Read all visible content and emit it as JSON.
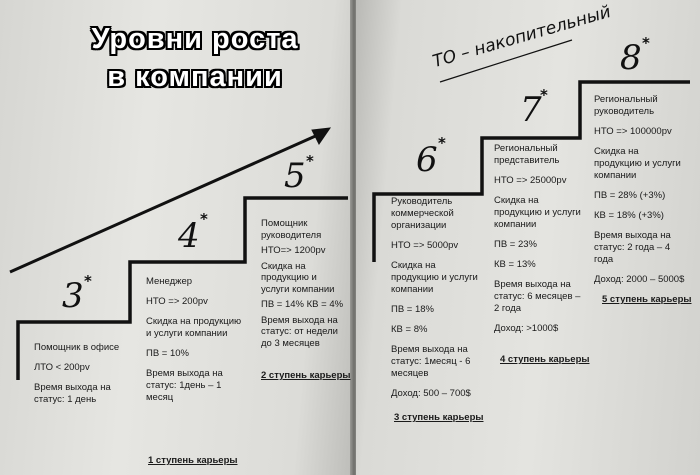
{
  "heading": {
    "line1": "Уровни роста",
    "line2": "в компании"
  },
  "slogan": "ТО – накопительный",
  "levels": [
    {
      "num": "3",
      "title": "Помощник в офисе",
      "lto": "ЛТО < 200pv",
      "time_exit": "Время выхода на статус: 1 день"
    },
    {
      "num": "4",
      "title": "Менеджер",
      "nto": "НТО => 200pv",
      "discount": "Скидка на продукцию и услуги компании",
      "pv": "ПВ = 10%",
      "time_exit": "Время выхода на статус: 1день – 1 месяц",
      "stage": "1 ступень карьеры"
    },
    {
      "num": "5",
      "title": "Помощник руководителя",
      "nto": "НТО=> 1200pv",
      "discount": "Скидка на продукцию и услуги компании",
      "pv_kv": "ПВ = 14% КВ = 4%",
      "time_exit": "Время выхода на статус: от недели до 3 месяцев",
      "stage": "2 ступень карьеры"
    },
    {
      "num": "6",
      "title": "Руководитель коммерческой организации",
      "nto": "НТО => 5000pv",
      "discount": "Скидка на продукцию и услуги компании",
      "pv": "ПВ = 18%",
      "kv": "КВ = 8%",
      "time_exit": "Время выхода на статус: 1месяц - 6 месяцев",
      "income": "Доход: 500 – 700$",
      "stage": "3 ступень карьеры"
    },
    {
      "num": "7",
      "title": "Региональный представитель",
      "nto": "НТО => 25000pv",
      "discount": "Скидка на продукцию и услуги компании",
      "pv": "ПВ = 23%",
      "kv": "КВ = 13%",
      "time_exit": "Время выхода на статус: 6 месяцев – 2 года",
      "income": "Доход: >1000$",
      "stage": "4 ступень карьеры"
    },
    {
      "num": "8",
      "title": "Региональный руководитель",
      "nto": "НТО => 100000pv",
      "discount": "Скидка на продукцию и услуги компании",
      "pv": "ПВ = 28% (+3%)",
      "kv": "КВ = 18% (+3%)",
      "time_exit": "Время выхода на статус: 2 года – 4 года",
      "income": "Доход: 2000 – 5000$",
      "stage": "5 ступень карьеры"
    }
  ]
}
